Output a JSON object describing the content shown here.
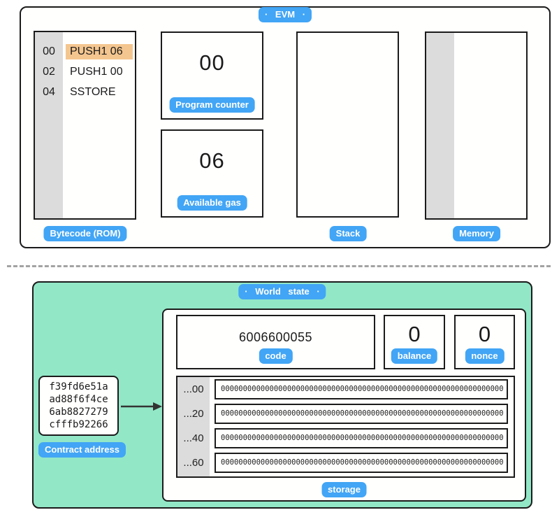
{
  "colors": {
    "badge_blue": "#42a5f5",
    "world_state_teal": "#92e7c7",
    "highlight_orange": "#f4c68f",
    "stripe_gray": "#dcdcdc",
    "border_dark": "#1b1b1b"
  },
  "evm": {
    "title": "· EVM ·",
    "bytecode": {
      "label": "Bytecode (ROM)",
      "rows": [
        {
          "addr": "00",
          "instr": "PUSH1 06",
          "highlighted": true
        },
        {
          "addr": "02",
          "instr": "PUSH1 00",
          "highlighted": false
        },
        {
          "addr": "04",
          "instr": "SSTORE",
          "highlighted": false
        }
      ]
    },
    "program_counter": {
      "value": "00",
      "label": "Program counter"
    },
    "available_gas": {
      "value": "06",
      "label": "Available gas"
    },
    "stack": {
      "label": "Stack"
    },
    "memory": {
      "label": "Memory"
    }
  },
  "world_state": {
    "title": "· World state ·",
    "contract_address": {
      "label": "Contract address",
      "text": "f39fd6e51a\nad88f6f4ce\n6ab8827279\ncfffb92266"
    },
    "account": {
      "code": {
        "value": "6006600055",
        "label": "code"
      },
      "balance": {
        "value": "0",
        "label": "balance"
      },
      "nonce": {
        "value": "0",
        "label": "nonce"
      }
    },
    "storage": {
      "label": "storage",
      "rows": [
        {
          "offset": "...00",
          "value": "0000000000000000000000000000000000000000000000000000000000000000"
        },
        {
          "offset": "...20",
          "value": "0000000000000000000000000000000000000000000000000000000000000000"
        },
        {
          "offset": "...40",
          "value": "0000000000000000000000000000000000000000000000000000000000000000"
        },
        {
          "offset": "...60",
          "value": "0000000000000000000000000000000000000000000000000000000000000000"
        }
      ]
    }
  }
}
